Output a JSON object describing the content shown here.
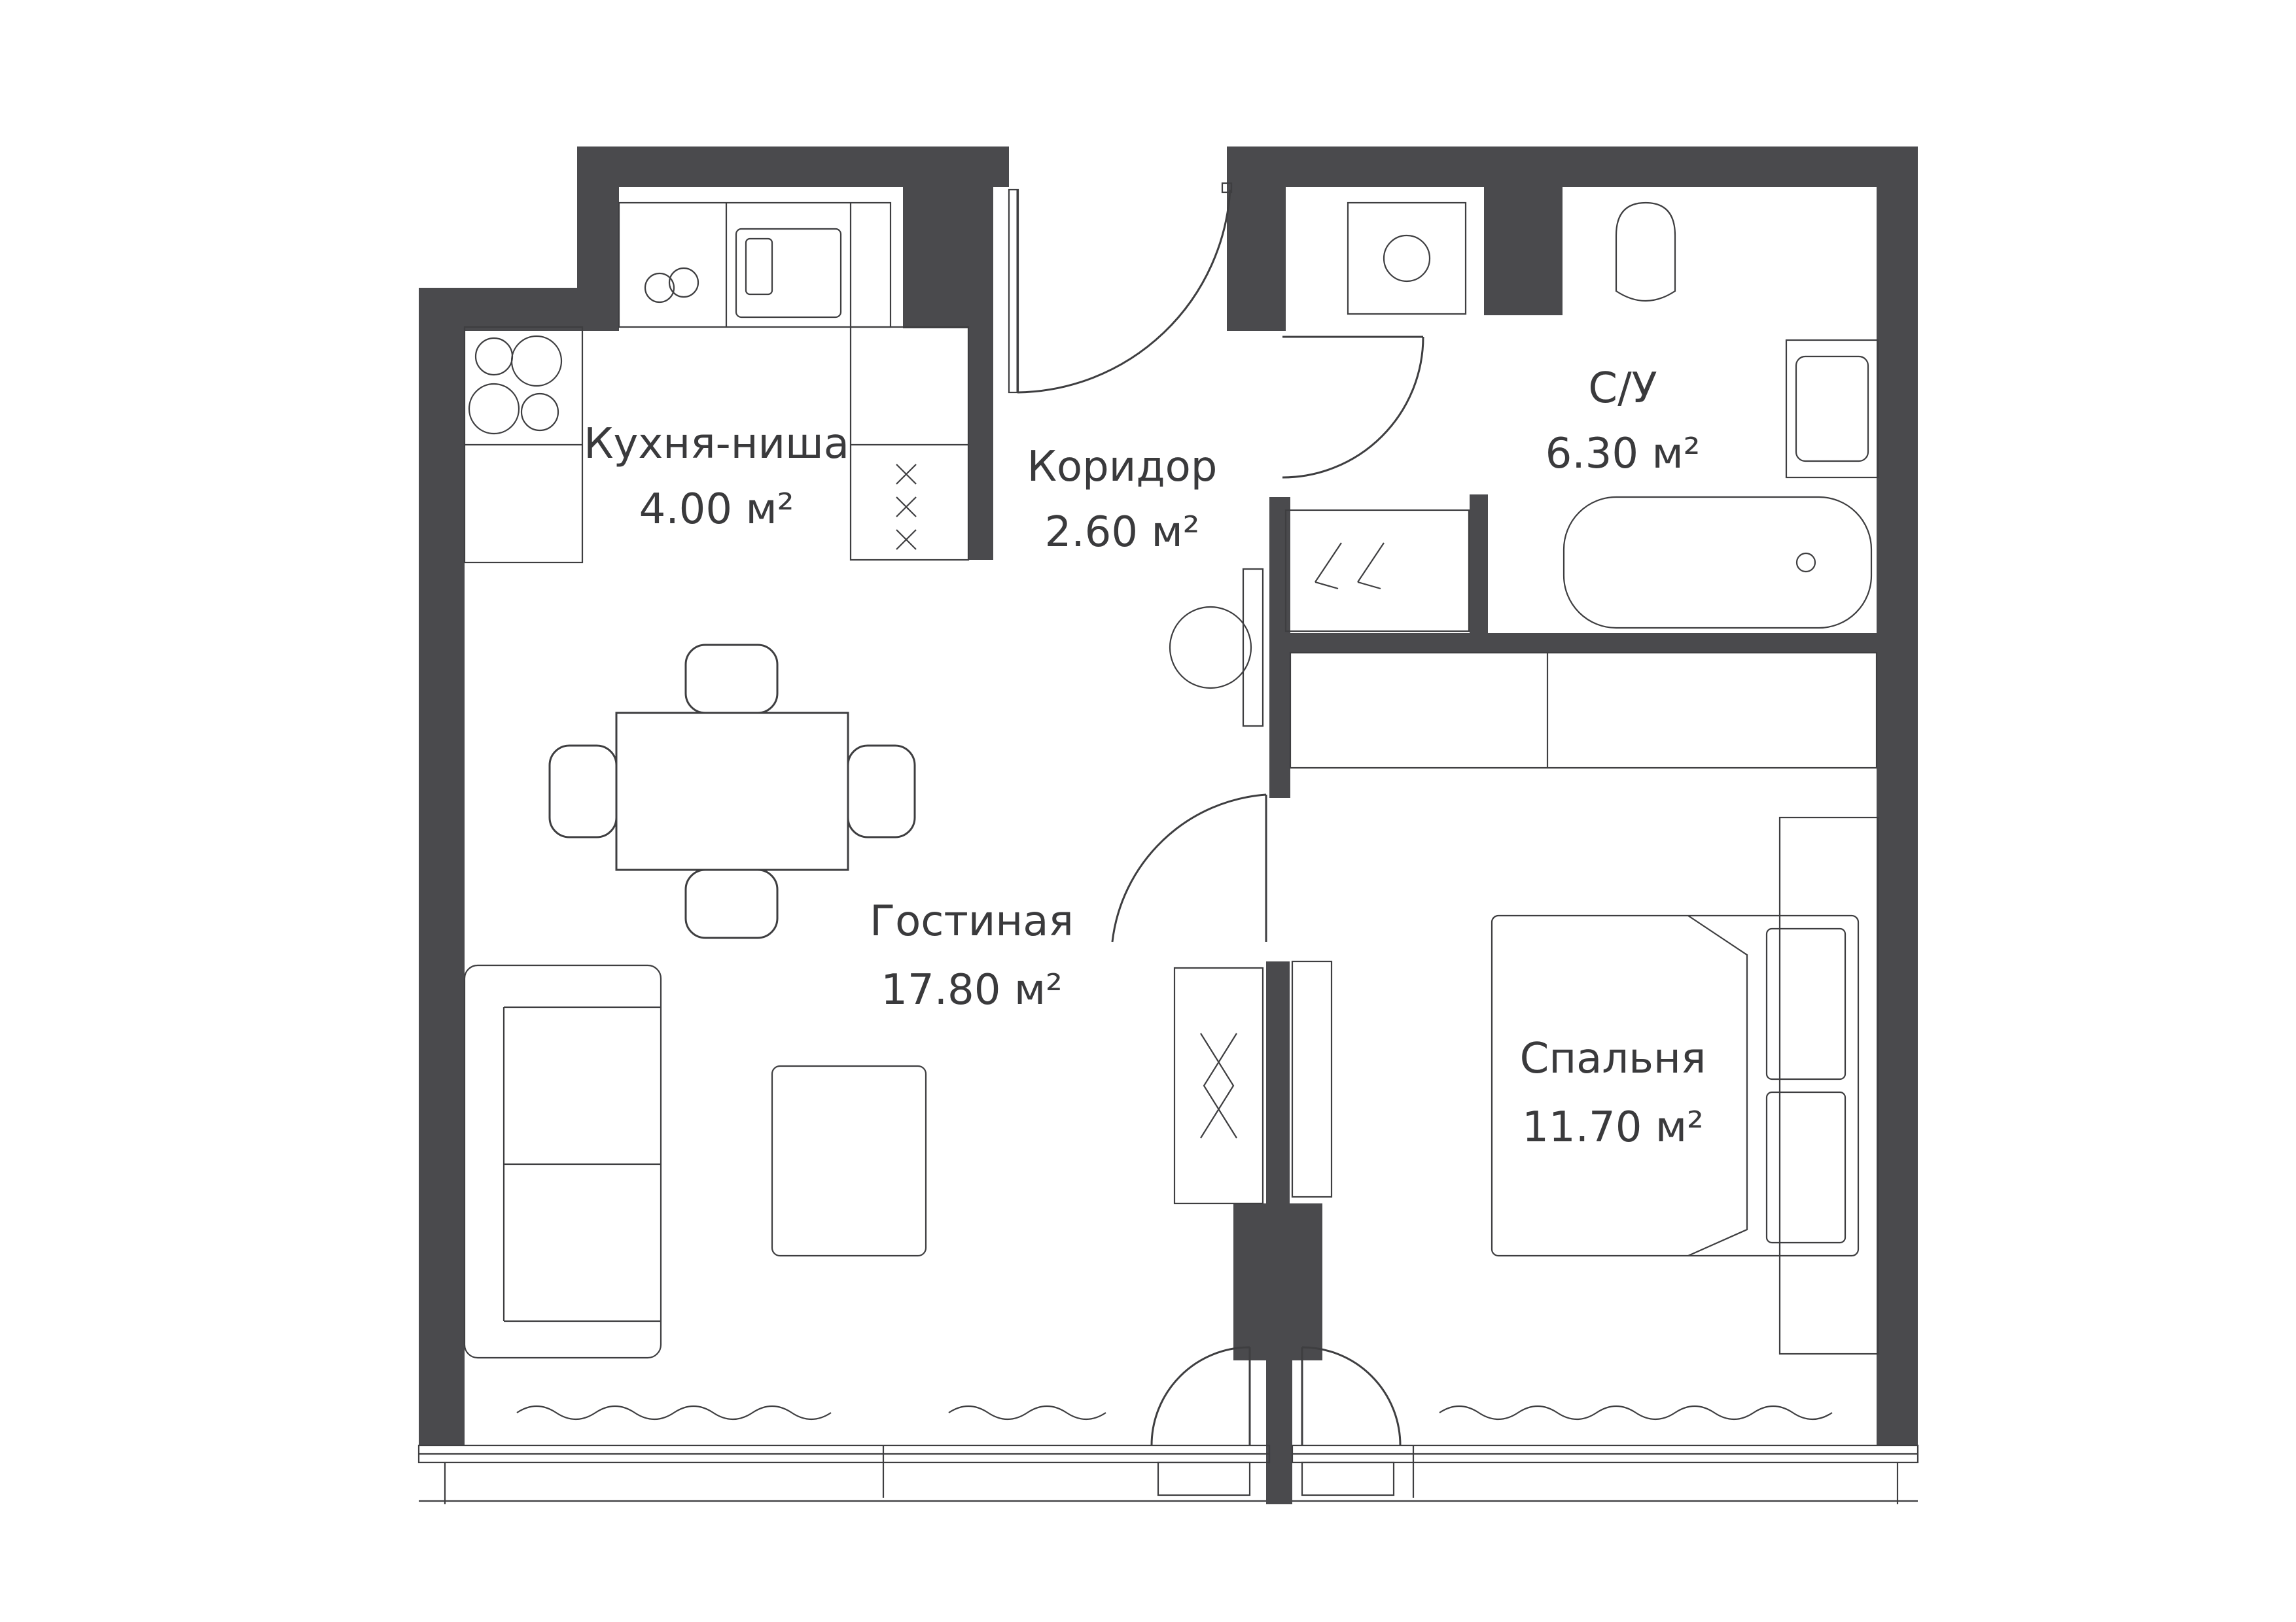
{
  "rooms": {
    "kitchen": {
      "name": "Кухня-ниша",
      "area": "4.00 м²"
    },
    "corridor": {
      "name": "Коридор",
      "area": "2.60 м²"
    },
    "bathroom": {
      "name": "С/У",
      "area": "6.30 м²"
    },
    "living": {
      "name": "Гостиная",
      "area": "17.80 м²"
    },
    "bedroom": {
      "name": "Спальня",
      "area": "11.70 м²"
    }
  },
  "colors": {
    "wall": "#4a4a4d",
    "line": "#3e3e40",
    "text": "#3a3a3c"
  }
}
